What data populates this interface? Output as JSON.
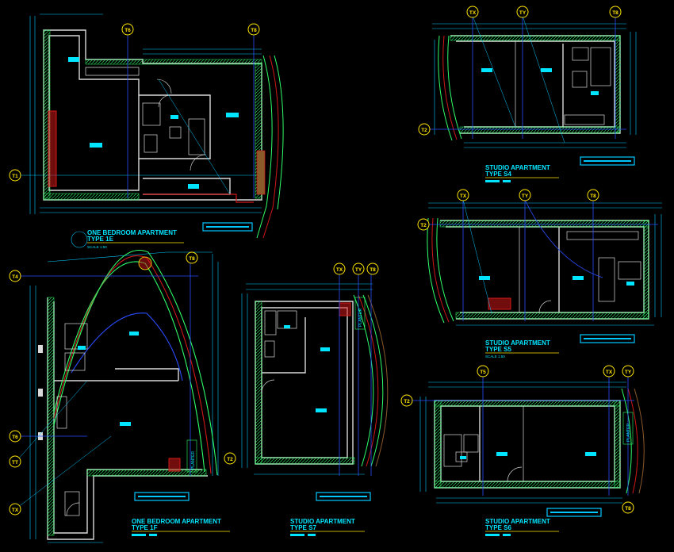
{
  "drawing": {
    "background": "#000000",
    "colors": {
      "dim_cyan": "#00c8ff",
      "wall_white": "#d9d9d9",
      "grid_yellow": "#ffe600",
      "hatch_green": "#2fff6a",
      "wall_red": "#d01818",
      "title_cyan": "#00e5ff",
      "grid_blue": "#2a4dff",
      "facade_brown": "#8a5a2a"
    }
  },
  "plans": [
    {
      "id": "type-1e",
      "title": "ONE BEDROOM APARTMENT",
      "subtitle": "TYPE 1E",
      "scale": "SCALE 1:50",
      "grid_markers": [
        "T6",
        "T8",
        "T1"
      ]
    },
    {
      "id": "type-s4",
      "title": "STUDIO APARTMENT",
      "subtitle": "TYPE S4",
      "scale": "",
      "grid_markers": [
        "TX",
        "TY",
        "T8",
        "T2"
      ]
    },
    {
      "id": "type-s5",
      "title": "STUDIO APARTMENT",
      "subtitle": "TYPE S5",
      "scale": "SCALE 1:50",
      "grid_markers": [
        "TX",
        "TY",
        "T8",
        "T2"
      ]
    },
    {
      "id": "type-1f",
      "title": "ONE BEDROOM APARTMENT",
      "subtitle": "TYPE 1F",
      "scale": "",
      "grid_markers": [
        "T4",
        "T8",
        "T6",
        "TT",
        "TX"
      ],
      "planter_label": "PLANTER"
    },
    {
      "id": "type-s7",
      "title": "STUDIO APARTMENT",
      "subtitle": "TYPE S7",
      "scale": "",
      "grid_markers": [
        "TX",
        "TY",
        "T8",
        "T2"
      ],
      "planter_label": "PLANTER"
    },
    {
      "id": "type-s6",
      "title": "STUDIO APARTMENT",
      "subtitle": "TYPE S6",
      "scale": "",
      "grid_markers": [
        "T5",
        "TX",
        "TY",
        "T2",
        "T8"
      ],
      "planter_label": "PLANTER"
    }
  ]
}
